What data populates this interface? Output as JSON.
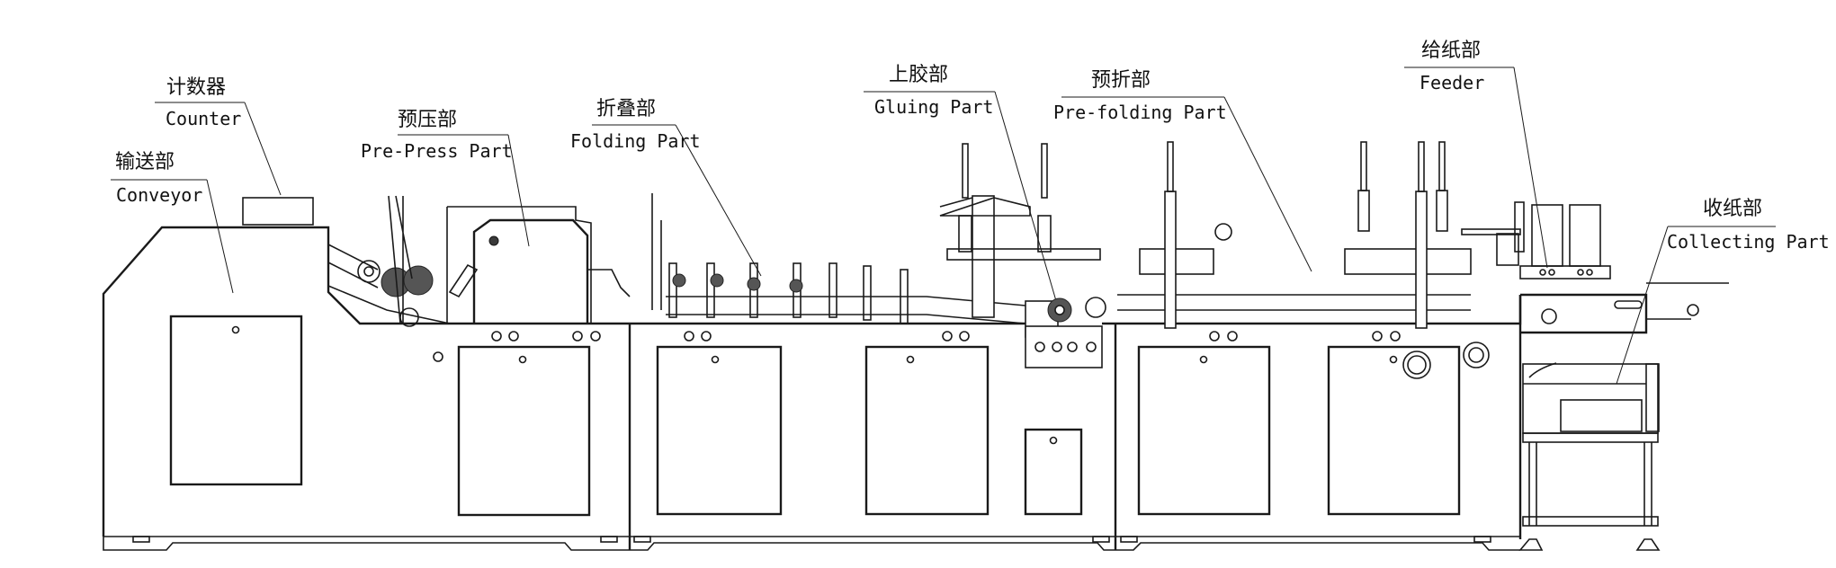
{
  "diagram": {
    "title": "Folder Gluer Machine Side View",
    "labels": [
      {
        "id": "counter",
        "cn": "计数器",
        "en": "Counter"
      },
      {
        "id": "conveyor",
        "cn": "输送部",
        "en": "Conveyor"
      },
      {
        "id": "pre-press",
        "cn": "预压部",
        "en": "Pre-Press Part"
      },
      {
        "id": "folding",
        "cn": "折叠部",
        "en": "Folding Part"
      },
      {
        "id": "gluing",
        "cn": "上胶部",
        "en": "Gluing Part"
      },
      {
        "id": "pre-folding",
        "cn": "预折部",
        "en": "Pre-folding Part"
      },
      {
        "id": "feeder",
        "cn": "给纸部",
        "en": "Feeder"
      },
      {
        "id": "collecting",
        "cn": "收纸部",
        "en": "Collecting Part"
      }
    ],
    "colors": {
      "line": "#1a1a1a",
      "background": "#ffffff"
    }
  }
}
